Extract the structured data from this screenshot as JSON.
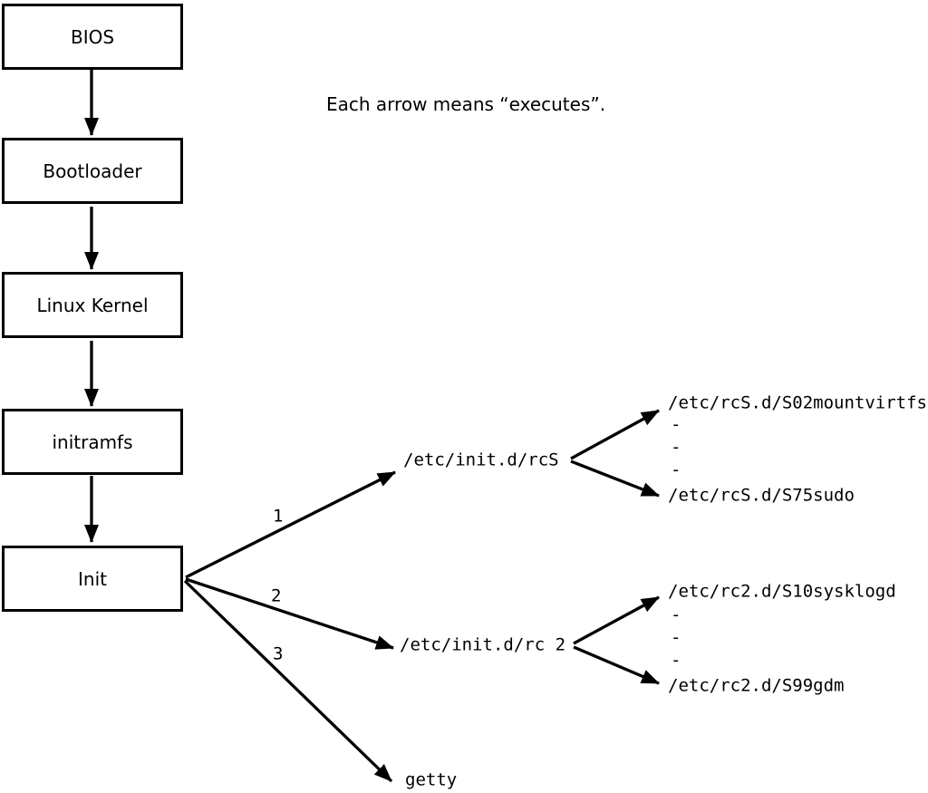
{
  "note": "Each arrow means “executes”.",
  "chain": [
    {
      "label": "BIOS"
    },
    {
      "label": "Bootloader"
    },
    {
      "label": "Linux Kernel"
    },
    {
      "label": "initramfs"
    },
    {
      "label": "Init"
    }
  ],
  "branches": [
    {
      "order": "1",
      "target": "/etc/init.d/rcS",
      "children": [
        "/etc/rcS.d/S02mountvirtfs",
        "-",
        "-",
        "-",
        "/etc/rcS.d/S75sudo"
      ]
    },
    {
      "order": "2",
      "target": "/etc/init.d/rc 2",
      "children": [
        "/etc/rc2.d/S10sysklogd",
        "-",
        "-",
        "-",
        "/etc/rc2.d/S99gdm"
      ]
    },
    {
      "order": "3",
      "target": "getty"
    }
  ],
  "colors": {
    "line": "#000000",
    "background": "#ffffff",
    "text": "#000000"
  }
}
